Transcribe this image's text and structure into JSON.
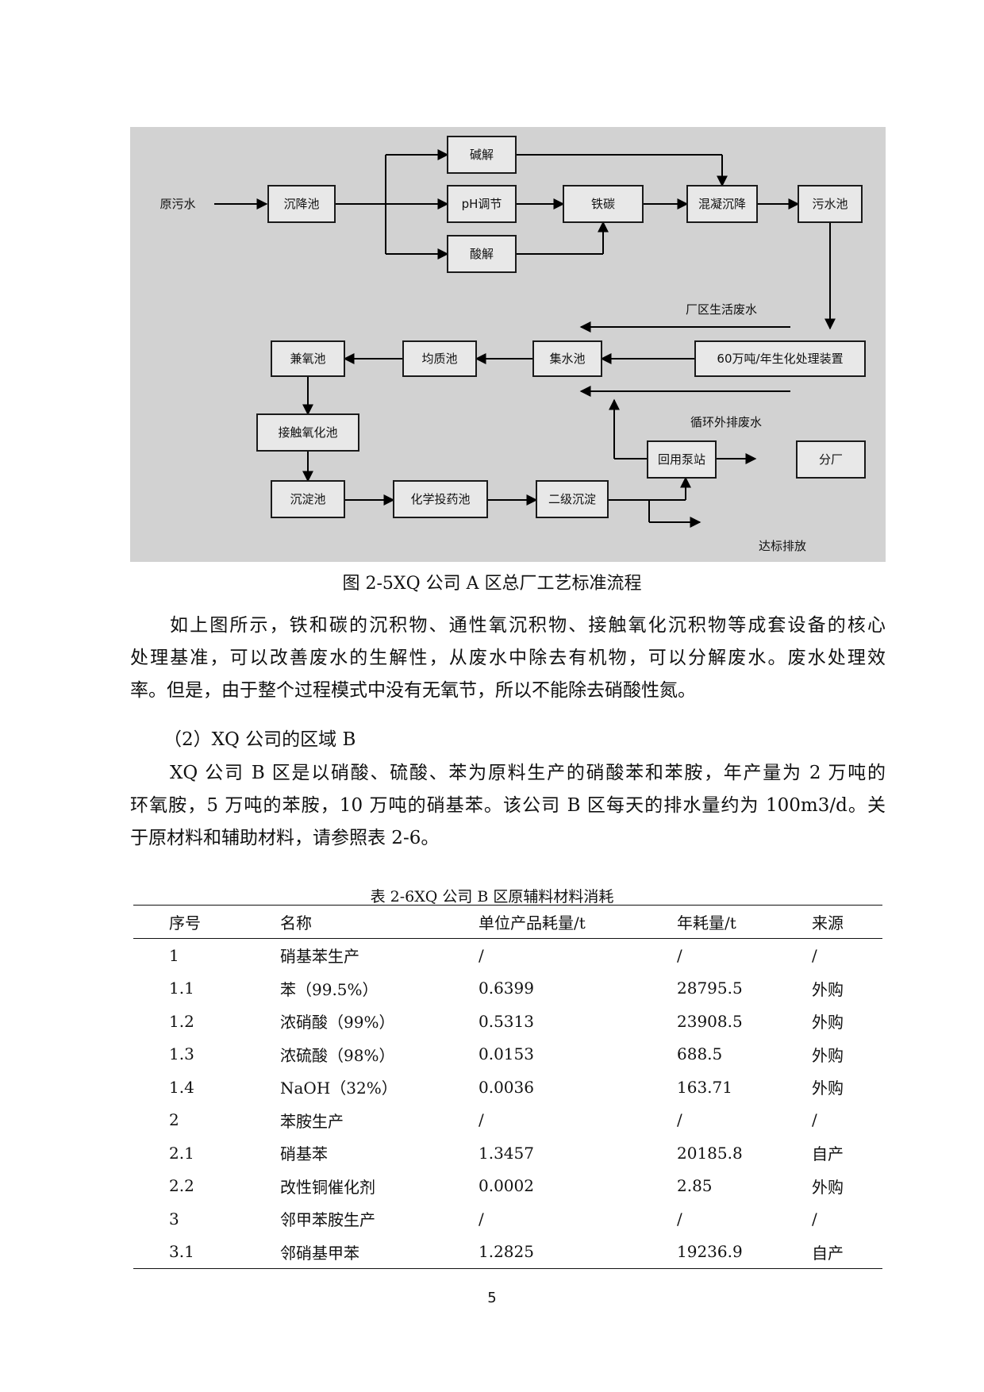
{
  "flowchart": {
    "nodes": {
      "raw": "原污水",
      "sediment1": "沉降池",
      "alkali": "碱解",
      "ph": "pH调节",
      "acid": "酸解",
      "ironcarbon": "铁碳",
      "coag": "混凝沉降",
      "sewage": "污水池",
      "bio": "60万吨/年生化处理装置",
      "collect": "集水池",
      "homog": "均质池",
      "facult": "兼氧池",
      "contact": "接触氧化池",
      "sediment2": "沉淀池",
      "chem": "化学投药池",
      "secondary": "二级沉淀",
      "pump": "回用泵站",
      "branch": "分厂"
    },
    "labels": {
      "domestic": "厂区生活废水",
      "circulate": "循环外排废水",
      "discharge": "达标排放"
    }
  },
  "figure_caption": "图 2-5XQ 公司 A 区总厂工艺标准流程",
  "paragraph1": {
    "line1": "如上图所示，铁和碳的沉积物、通性氧沉积物、接触氧化沉积物等成套设备的核心",
    "line2": "处理基准，可以改善废水的生解性，从废水中除去有机物，可以分解废水。废水处理效",
    "line3": "率。但是，由于整个过程模式中没有无氧节，所以不能除去硝酸性氮。"
  },
  "section_heading": "（2）XQ 公司的区域 B",
  "paragraph2": {
    "line1": "XQ 公司 B 区是以硝酸、硫酸、苯为原料生产的硝酸苯和苯胺，年产量为 2 万吨的",
    "line2": "环氧胺，5 万吨的苯胺，10 万吨的硝基苯。该公司 B 区每天的排水量约为 100m3/d。关",
    "line3": "于原材料和辅助材料，请参照表 2-6。"
  },
  "table": {
    "caption": "表 2-6XQ 公司 B 区原辅料材料消耗",
    "headers": [
      "序号",
      "名称",
      "单位产品耗量/t",
      "年耗量/t",
      "来源"
    ],
    "rows": [
      [
        "1",
        "硝基苯生产",
        "/",
        "/",
        "/"
      ],
      [
        "1.1",
        "苯（99.5%）",
        "0.6399",
        "28795.5",
        "外购"
      ],
      [
        "1.2",
        "浓硝酸（99%）",
        "0.5313",
        "23908.5",
        "外购"
      ],
      [
        "1.3",
        "浓硫酸（98%）",
        "0.0153",
        "688.5",
        "外购"
      ],
      [
        "1.4",
        "NaOH（32%）",
        "0.0036",
        "163.71",
        "外购"
      ],
      [
        "2",
        "苯胺生产",
        "/",
        "/",
        "/"
      ],
      [
        "2.1",
        "硝基苯",
        "1.3457",
        "20185.8",
        "自产"
      ],
      [
        "2.2",
        "改性铜催化剂",
        "0.0002",
        "2.85",
        "外购"
      ],
      [
        "3",
        "邻甲苯胺生产",
        "/",
        "/",
        "/"
      ],
      [
        "3.1",
        "邻硝基甲苯",
        "1.2825",
        "19236.9",
        "自产"
      ]
    ]
  },
  "page_number": "5"
}
